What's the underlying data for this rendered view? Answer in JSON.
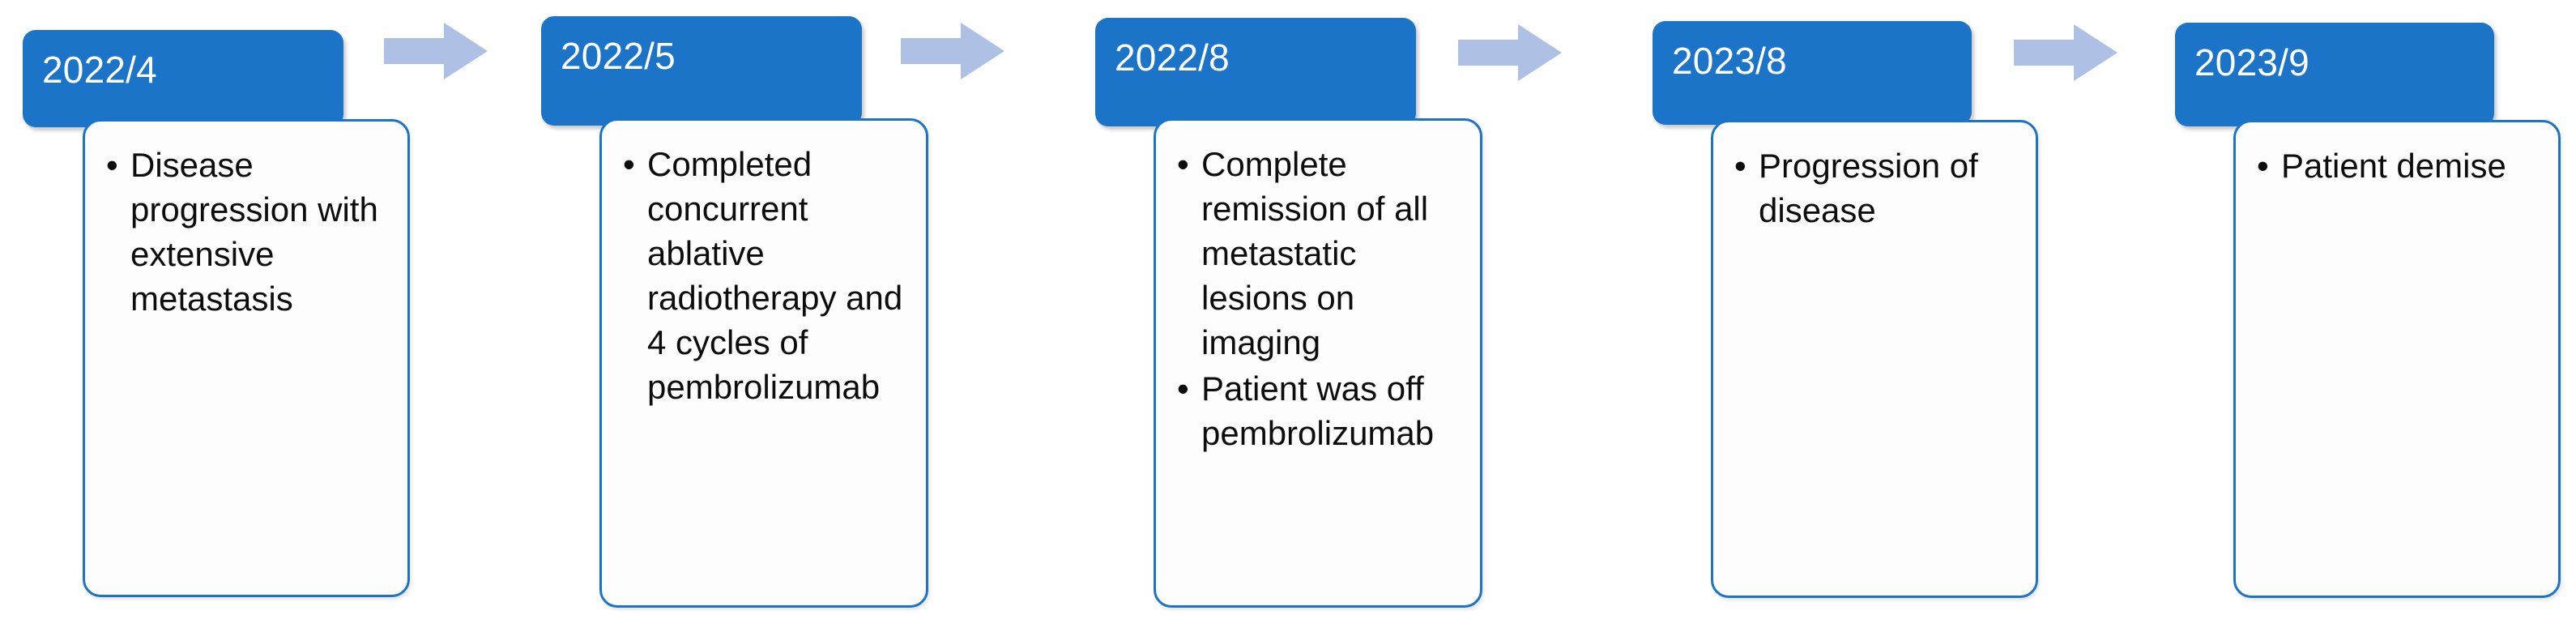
{
  "diagram": {
    "type": "timeline-flow",
    "title_present": false,
    "colors": {
      "header_blue": "#1B74C8",
      "card_border_blue": "#1B74C8",
      "card_background": "#FDFDFE",
      "arrow_fill": "#AEC0E4",
      "header_text": "#FFFFFF",
      "body_text": "#0D0D0D",
      "page_background": "#FFFFFF"
    },
    "bullet_glyph": "•",
    "arrow_icon_name": "right-arrow-icon",
    "steps": [
      {
        "date": "2022/4",
        "bullets": [
          "Disease progression with extensive metastasis"
        ]
      },
      {
        "date": "2022/5",
        "bullets": [
          "Completed concurrent ablative radiotherapy and 4 cycles of pembrolizumab"
        ]
      },
      {
        "date": "2022/8",
        "bullets": [
          "Complete remission of all metastatic lesions on imaging",
          "Patient was off pembrolizumab"
        ]
      },
      {
        "date": "2023/8",
        "bullets": [
          "Progression of disease"
        ]
      },
      {
        "date": "2023/9",
        "bullets": [
          "Patient demise"
        ]
      }
    ],
    "arrows": [
      {
        "from": "2022/4",
        "to": "2022/5"
      },
      {
        "from": "2022/5",
        "to": "2022/8"
      },
      {
        "from": "2022/8",
        "to": "2023/8"
      },
      {
        "from": "2023/8",
        "to": "2023/9"
      }
    ]
  }
}
